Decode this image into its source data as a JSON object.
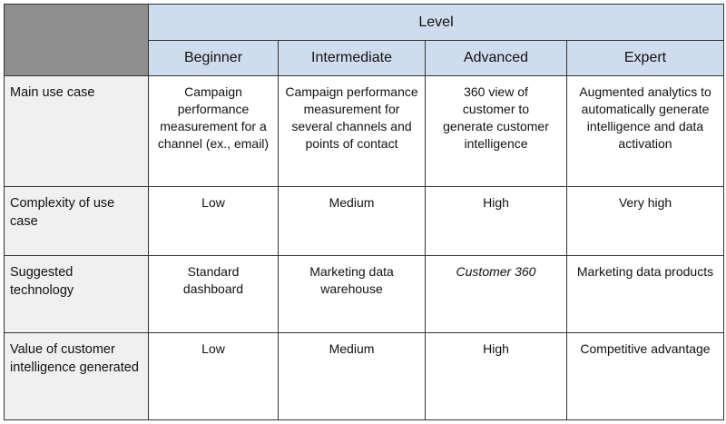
{
  "header": {
    "group_label": "Level",
    "levels": [
      "Beginner",
      "Intermediate",
      "Advanced",
      "Expert"
    ]
  },
  "rows": [
    {
      "label": "Main use case",
      "cells": [
        "Campaign performance measurement for a channel (ex., email)",
        "Campaign performance measurement for several channels and points of contact",
        "360 view of customer to generate customer intelligence",
        "Augmented analytics to automatically generate intelligence and data activation"
      ]
    },
    {
      "label": "Complexity of use case",
      "cells": [
        "Low",
        "Medium",
        "High",
        "Very high"
      ]
    },
    {
      "label": "Suggested technology",
      "cells": [
        "Standard dashboard",
        "Marketing data warehouse",
        "Customer 360",
        "Marketing data products"
      ]
    },
    {
      "label": "Value of customer intelligence generated",
      "cells": [
        "Low",
        "Medium",
        "High",
        "Competitive advantage"
      ]
    }
  ]
}
